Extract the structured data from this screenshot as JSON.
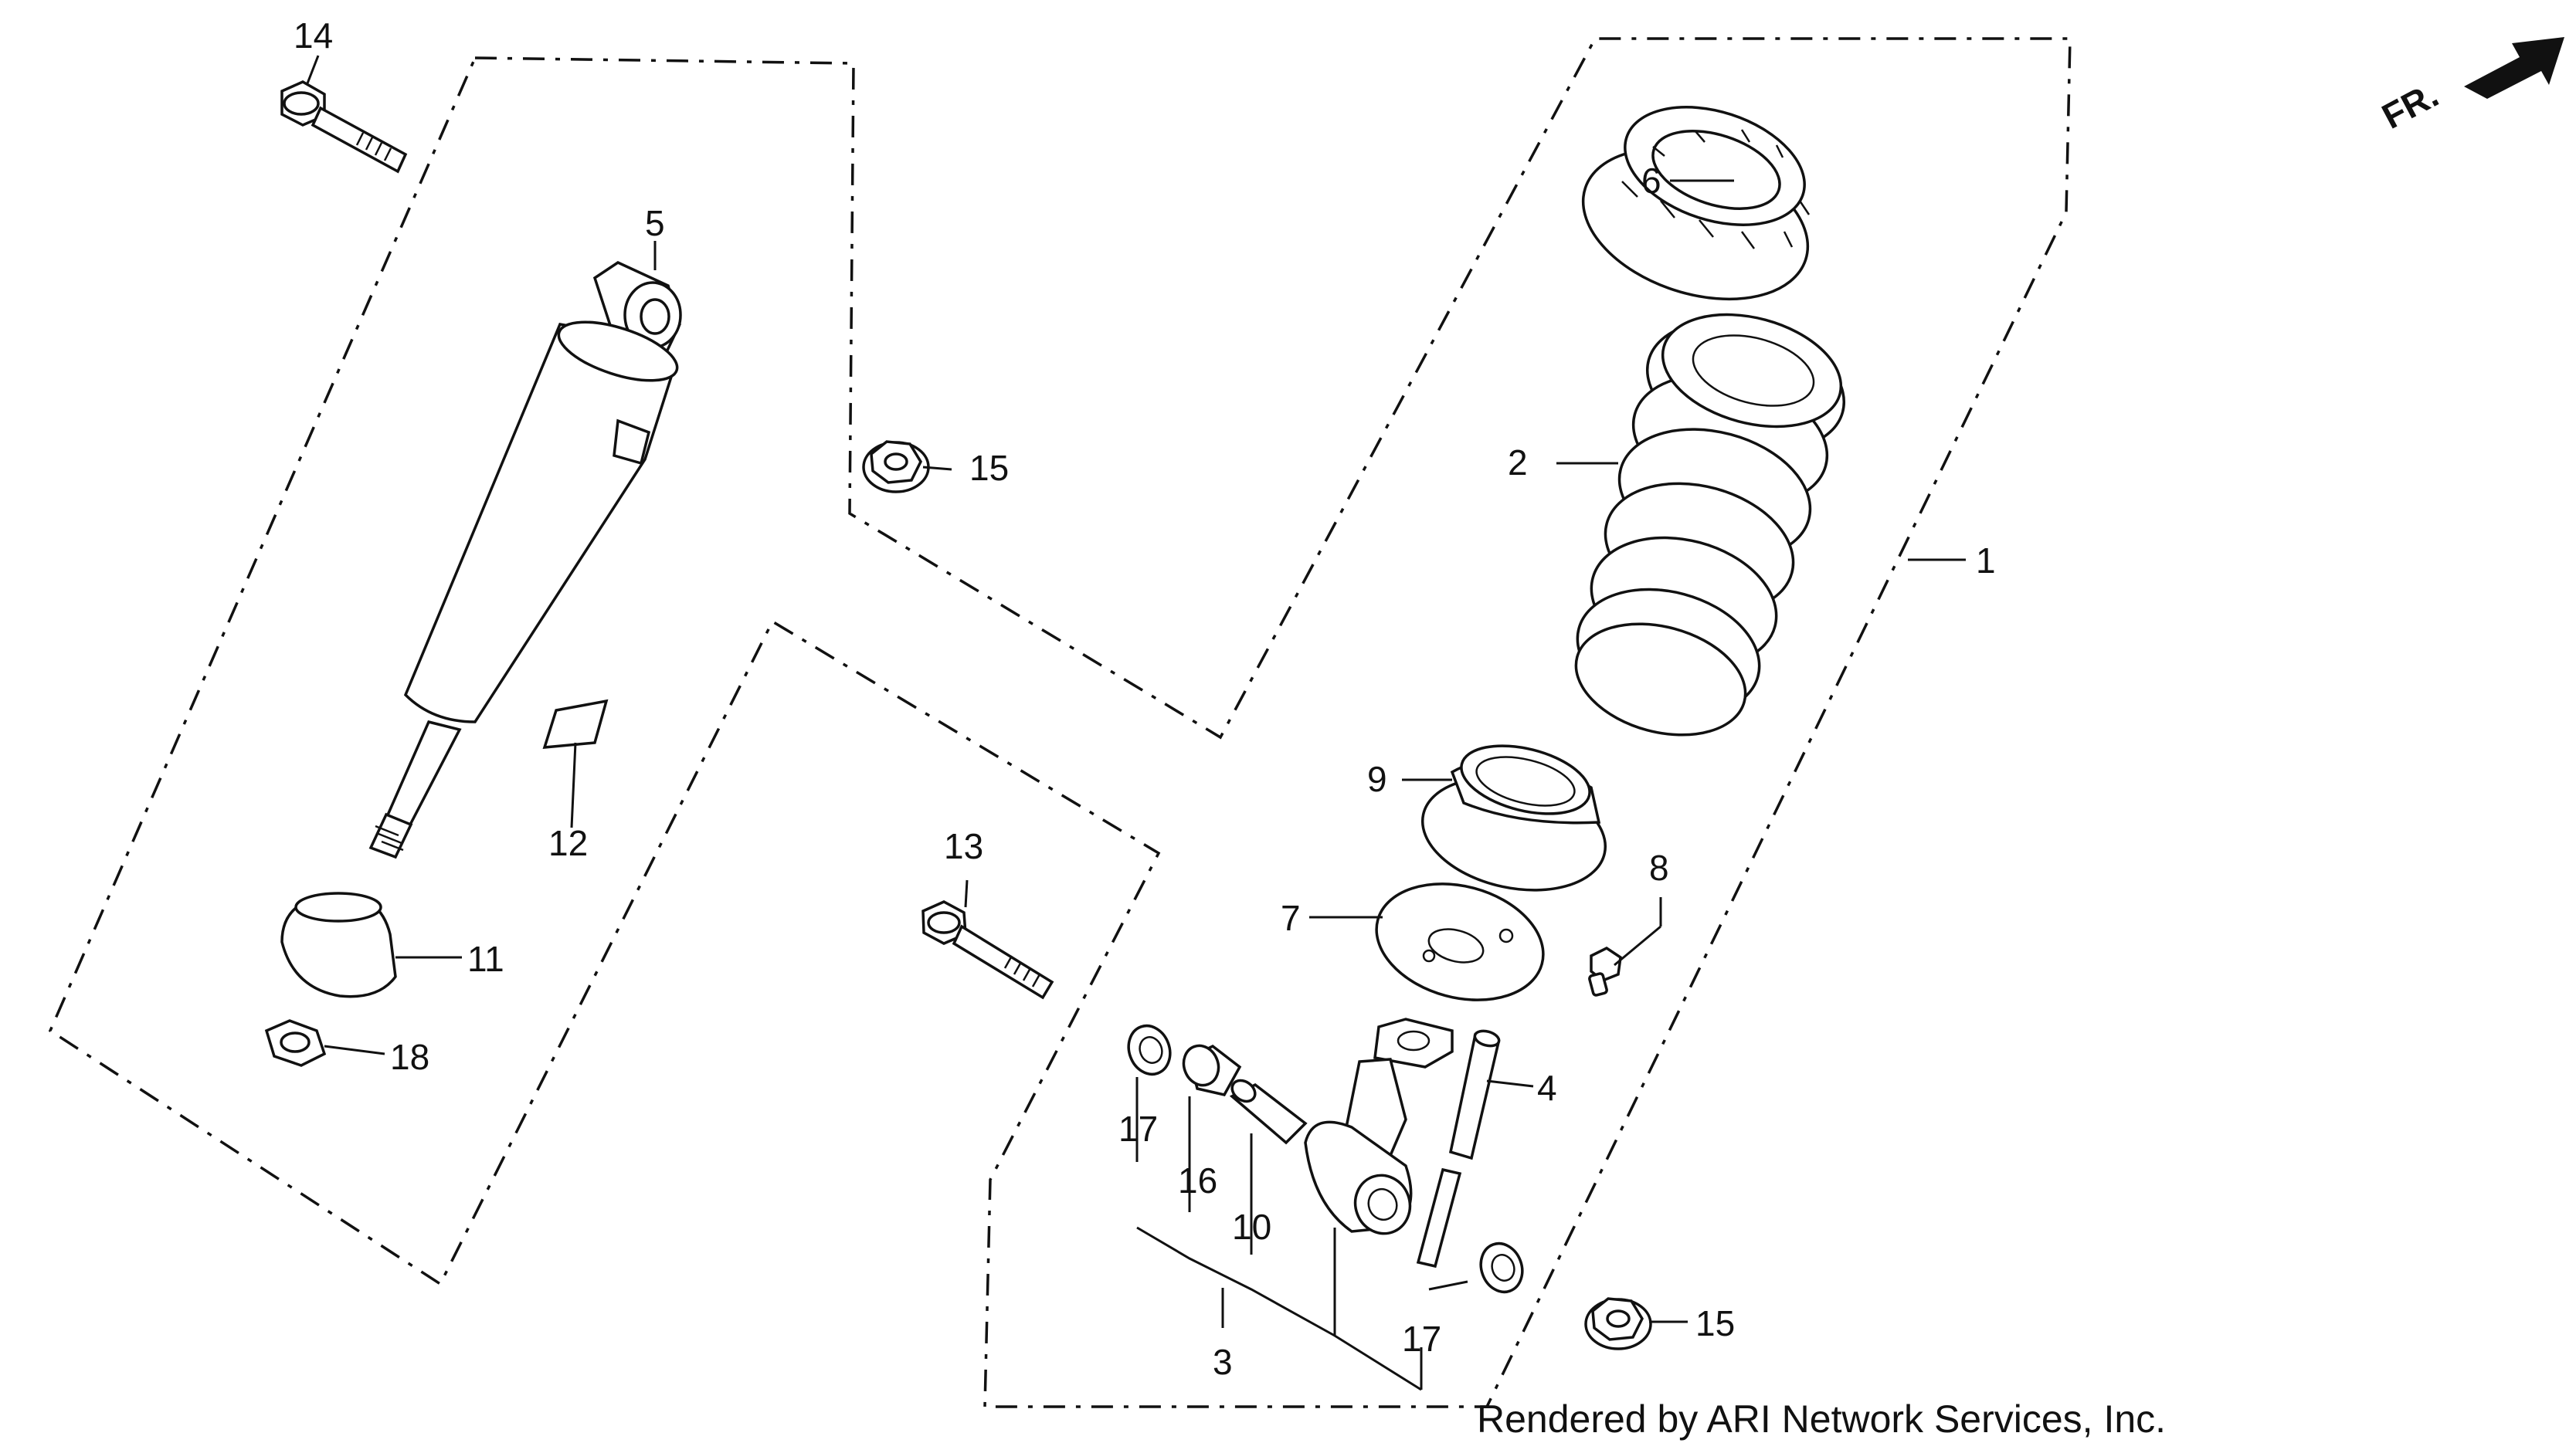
{
  "diagram": {
    "callouts": {
      "c1": "1",
      "c2": "2",
      "c3": "3",
      "c4": "4",
      "c5": "5",
      "c6": "6",
      "c7": "7",
      "c8": "8",
      "c9": "9",
      "c10": "10",
      "c11": "11",
      "c12": "12",
      "c13": "13",
      "c14": "14",
      "c15a": "15",
      "c15b": "15",
      "c16": "16",
      "c17a": "17",
      "c17b": "17",
      "c18": "18"
    },
    "orientation": "FR.",
    "credit": "Rendered by ARI Network Services, Inc."
  }
}
